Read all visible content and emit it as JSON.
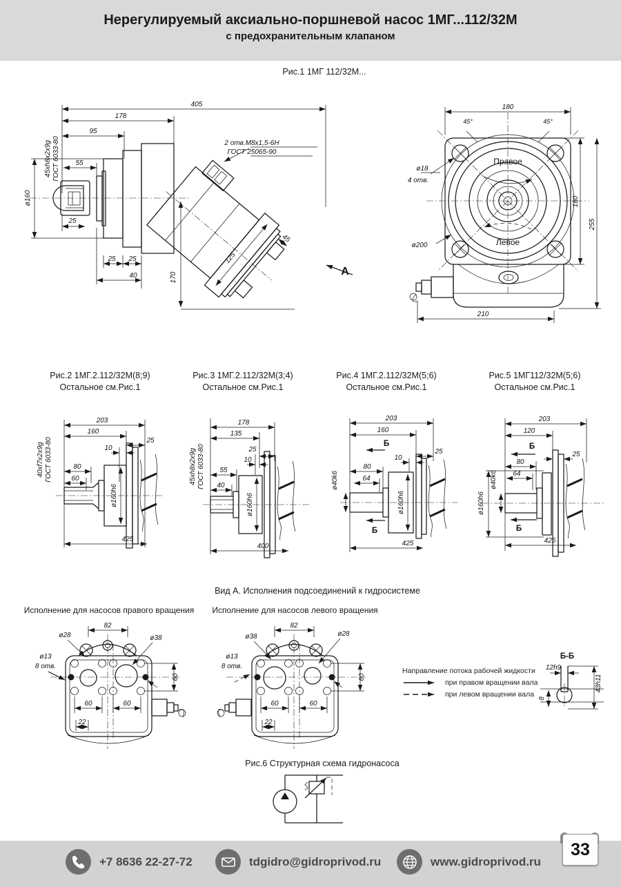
{
  "colors": {
    "header_band": "#d9d9d9",
    "footer_band": "#d2d2d2",
    "icon_circle": "#6e6e6e",
    "ink": "#1a1a1a"
  },
  "header": {
    "title": "Нерегулируемый аксиально-поршневой насос 1МГ...112/32М",
    "subtitle": "с предохранительным клапаном"
  },
  "fig1": {
    "caption": "Рис.1  1МГ 112/32М...",
    "side": {
      "d405": "405",
      "d178": "178",
      "d95": "95",
      "d55": "55",
      "d25": "25",
      "dia160": "ø160",
      "spline": "45xh8x2x9g",
      "gost": "ГОСТ 6033-80",
      "note_l1": "2 отв.М8х1,5-6Н",
      "note_l2": "ГОСТ 25065-90",
      "d25b": "25",
      "d25c": "25",
      "d40": "40",
      "d170": "170",
      "d125": "125",
      "d45": "45",
      "view_label": "А"
    },
    "front": {
      "d180": "180",
      "a45l": "45°",
      "a45r": "45°",
      "dia18": "ø18",
      "holes4": "4 отв.",
      "rot_right": "Правое",
      "rot_left": "Левое",
      "dia200": "ø200",
      "d180v": "180",
      "d255": "255",
      "d210": "210"
    }
  },
  "fig2": {
    "caption1": "Рис.2  1МГ.2.112/32М(8;9)",
    "caption2": "Остальное см.Рис.1",
    "d203": "203",
    "d160": "160",
    "d25": "25",
    "d10": "10",
    "spline": "40xf7x2x9g",
    "gost": "ГОСТ 6033-80",
    "d80": "80",
    "d60": "60",
    "dia160h6": "ø160h6",
    "d425": "425"
  },
  "fig3": {
    "caption1": "Рис.3  1МГ.2.112/32М(3;4)",
    "caption2": "Остальное см.Рис.1",
    "d178": "178",
    "d135": "135",
    "d25": "25",
    "d10": "10",
    "spline": "45xh8x2x9g",
    "gost": "ГОСТ 6033-80",
    "d55": "55",
    "d40": "40",
    "dia160h6": "ø160h6",
    "d400": "400"
  },
  "fig4": {
    "caption1": "Рис.4  1МГ.2.112/32М(5;6)",
    "caption2": "Остальное см.Рис.1",
    "d203": "203",
    "d160": "160",
    "secB": "Б",
    "d25": "25",
    "d10": "10",
    "d80": "80",
    "d64": "64",
    "dia40k6": "ø40k6",
    "dia160h6": "ø160h6",
    "secB2": "Б",
    "d425": "425"
  },
  "fig5": {
    "caption1": "Рис.5  1МГ112/32М(5;6)",
    "caption2": "Остальное см.Рис.1",
    "d203": "203",
    "d120": "120",
    "secB": "Б",
    "d25": "25",
    "d80": "80",
    "d64": "64",
    "dia40k6": "ø40k6",
    "dia160h6": "ø160h6",
    "secB2": "Б",
    "d425": "425"
  },
  "vidA": {
    "title": "Вид А. Исполнения подсоединений к гидросистеме",
    "right_title": "Исполнение для насосов правого вращения",
    "left_title": "Исполнение для насосов левого вращения",
    "right_fig": {
      "d82": "82",
      "dia28": "ø28",
      "dia38": "ø38",
      "dia13": "ø13",
      "holes8": "8 отв.",
      "d60r": "60",
      "d60a": "60",
      "d60b": "60",
      "d22": "22"
    },
    "left_fig": {
      "d82": "82",
      "dia38": "ø38",
      "dia28": "ø28",
      "dia13": "ø13",
      "holes8": "8 отв.",
      "d60r": "60",
      "d60a": "60",
      "d60b": "60",
      "d22": "22"
    },
    "legend": {
      "title": "Направление потока рабочей жидкости",
      "solid": "при правом вращении вала",
      "dashed": "при левом вращении вала"
    },
    "sectionBB": {
      "title": "Б-Б",
      "d12h9": "12h9",
      "d43h11": "43h11",
      "d8": "8"
    }
  },
  "fig6": {
    "caption": "Рис.6 Структурная схема гидронасоса"
  },
  "footer": {
    "phone": "+7 8636 22-27-72",
    "email": "tdgidro@gidroprivod.ru",
    "website": "www.gidroprivod.ru",
    "page": "33"
  }
}
